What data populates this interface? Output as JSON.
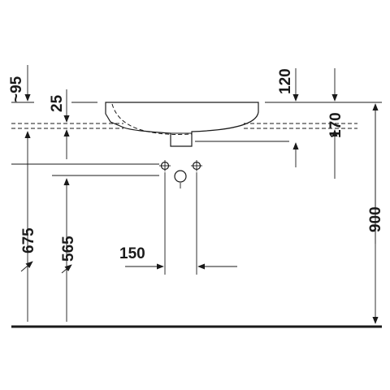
{
  "drawing": {
    "dimensions": {
      "d95": "~95",
      "d25": "25",
      "d120": "120",
      "d170": "170",
      "d675": "675",
      "d565": "565",
      "d150": "150",
      "d900": "900"
    }
  }
}
